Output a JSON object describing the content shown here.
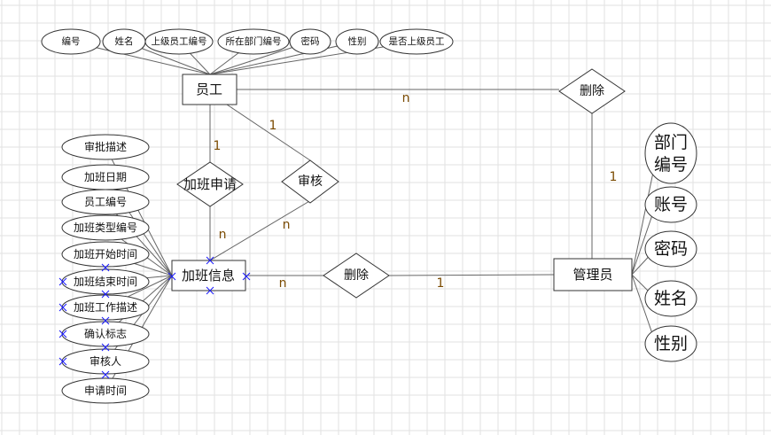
{
  "entities": {
    "employee": "员工",
    "overtime": "加班信息",
    "admin": "管理员"
  },
  "relationships": {
    "delete_top": "删除",
    "apply": "加班申请",
    "review": "审核",
    "delete_mid": "删除"
  },
  "employee_attributes": [
    "编号",
    "姓名",
    "上级员工编号",
    "所在部门编号",
    "密码",
    "性别",
    "是否上级员工"
  ],
  "overtime_attributes": [
    "审批描述",
    "加班日期",
    "员工编号",
    "加班类型编号",
    "加班开始时间",
    "加班结束时间",
    "加班工作描述",
    "确认标志",
    "审核人",
    "申请时间"
  ],
  "admin_attributes": [
    "部门",
    "编号",
    "账号",
    "密码",
    "姓名",
    "性别"
  ],
  "cardinalities": {
    "emp_delete": "n",
    "delete_admin": "1",
    "emp_apply": "1",
    "apply_overtime": "n",
    "emp_review": "1",
    "review_overtime": "n",
    "overtime_delete": "n",
    "delete_admin2": "1"
  }
}
